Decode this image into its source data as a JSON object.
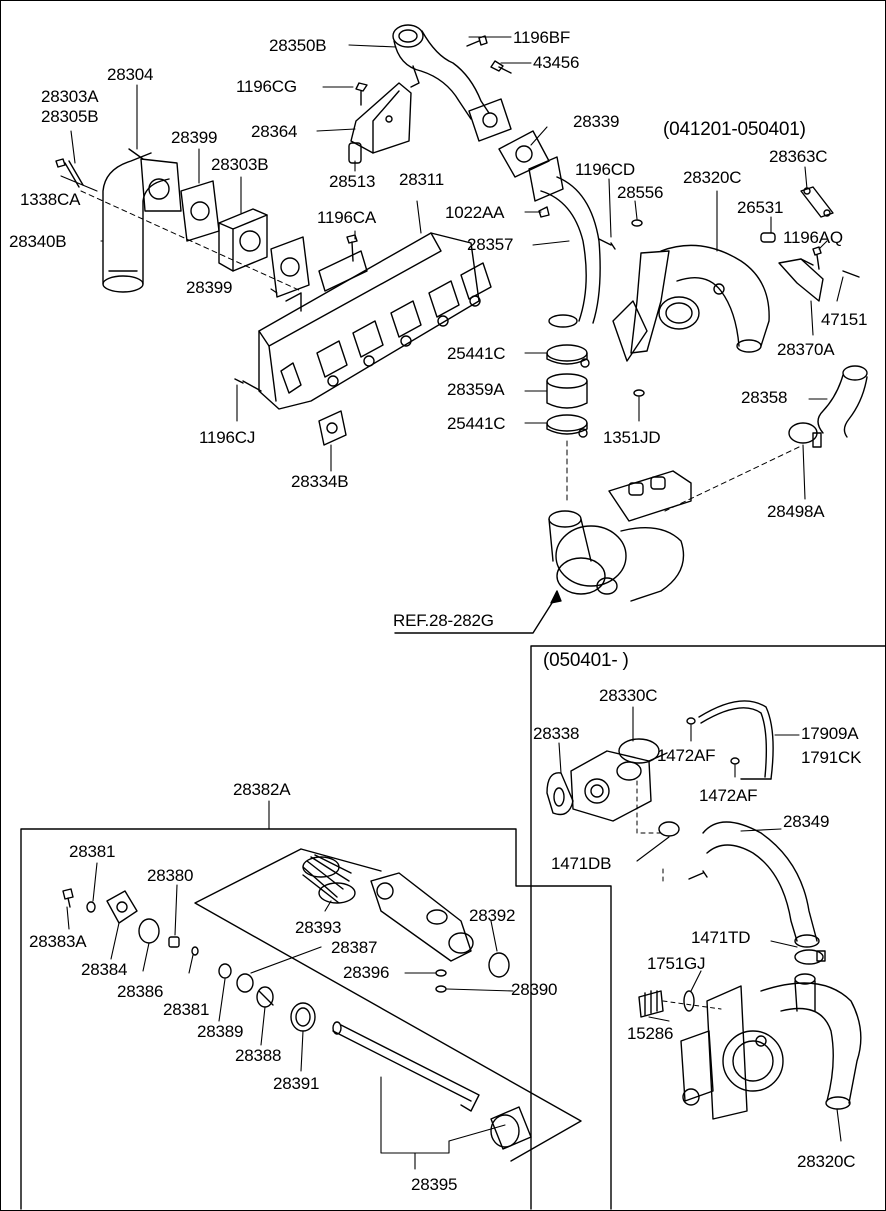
{
  "top_section": {
    "variant_label": "(041201-050401)",
    "ref_label": "REF.28-282G",
    "parts": {
      "p28350B": "28350B",
      "p1196BF": "1196BF",
      "p43456": "43456",
      "p1196CG": "1196CG",
      "p28364": "28364",
      "p28513": "28513",
      "p28304": "28304",
      "p28303A": "28303A",
      "p28305B": "28305B",
      "p28399_top": "28399",
      "p28303B": "28303B",
      "p1338CA": "1338CA",
      "p28340B": "28340B",
      "p28399_bottom": "28399",
      "p28311": "28311",
      "p1196CA": "1196CA",
      "p28339": "28339",
      "p1196CD": "1196CD",
      "p1022AA": "1022AA",
      "p28357": "28357",
      "p28556": "28556",
      "p28320C_top": "28320C",
      "p28363C": "28363C",
      "p26531": "26531",
      "p1196AQ": "1196AQ",
      "p47151": "47151",
      "p28370A": "28370A",
      "p25441C_top": "25441C",
      "p28359A": "28359A",
      "p25441C_bottom": "25441C",
      "p1351JD": "1351JD",
      "p1196CJ": "1196CJ",
      "p28334B": "28334B",
      "p28358": "28358",
      "p28498A": "28498A"
    }
  },
  "variant_box": {
    "title": "(050401- )",
    "parts": {
      "p28330C": "28330C",
      "p28338": "28338",
      "p17909A": "17909A",
      "p1791CK": "1791CK",
      "p1472AF_a": "1472AF",
      "p1472AF_b": "1472AF",
      "p28349": "28349",
      "p1471DB": "1471DB",
      "p1471TD": "1471TD",
      "p1751GJ": "1751GJ",
      "p15286": "15286",
      "p28320C_bottom": "28320C"
    }
  },
  "egr_valve_box": {
    "title": "28382A",
    "parts": {
      "p28381_a": "28381",
      "p28380": "28380",
      "p28383A": "28383A",
      "p28384": "28384",
      "p28386": "28386",
      "p28381_b": "28381",
      "p28393": "28393",
      "p28387": "28387",
      "p28392": "28392",
      "p28396": "28396",
      "p28390": "28390",
      "p28389": "28389",
      "p28388": "28388",
      "p28391": "28391",
      "p28395": "28395"
    }
  }
}
